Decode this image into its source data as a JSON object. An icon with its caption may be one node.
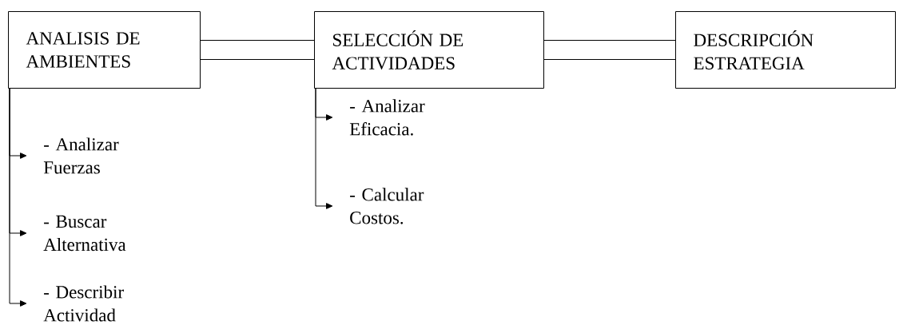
{
  "diagram": {
    "nodes": [
      {
        "text": [
          "ANALISIS DE AMBIENTES"
        ]
      },
      {
        "text": [
          "SELECCIÓN DE ACTIVIDADES"
        ]
      },
      {
        "text": [
          "DESCRIPCIÓN ESTRATEGIA"
        ]
      },
      {
        "text": [
          "- Analizar Fuerzas"
        ]
      },
      {
        "text": [
          "- Buscar Alternativa"
        ]
      },
      {
        "text": [
          "- Describir Actividad"
        ]
      },
      {
        "text": [
          "- Analizar Eficacia."
        ]
      },
      {
        "text": [
          "- Calcular Costos."
        ]
      }
    ],
    "edges": [
      {
        "from": 0,
        "to": 1,
        "arrow": "none"
      },
      {
        "from": 1,
        "to": 2,
        "arrow": "none"
      },
      {
        "from": 0,
        "to": 3,
        "arrow": "to"
      },
      {
        "from": 0,
        "to": 4,
        "arrow": "to"
      },
      {
        "from": 0,
        "to": 5,
        "arrow": "to"
      },
      {
        "from": 1,
        "to": 6,
        "arrow": "to"
      },
      {
        "from": 1,
        "to": 7,
        "arrow": "to"
      }
    ]
  }
}
